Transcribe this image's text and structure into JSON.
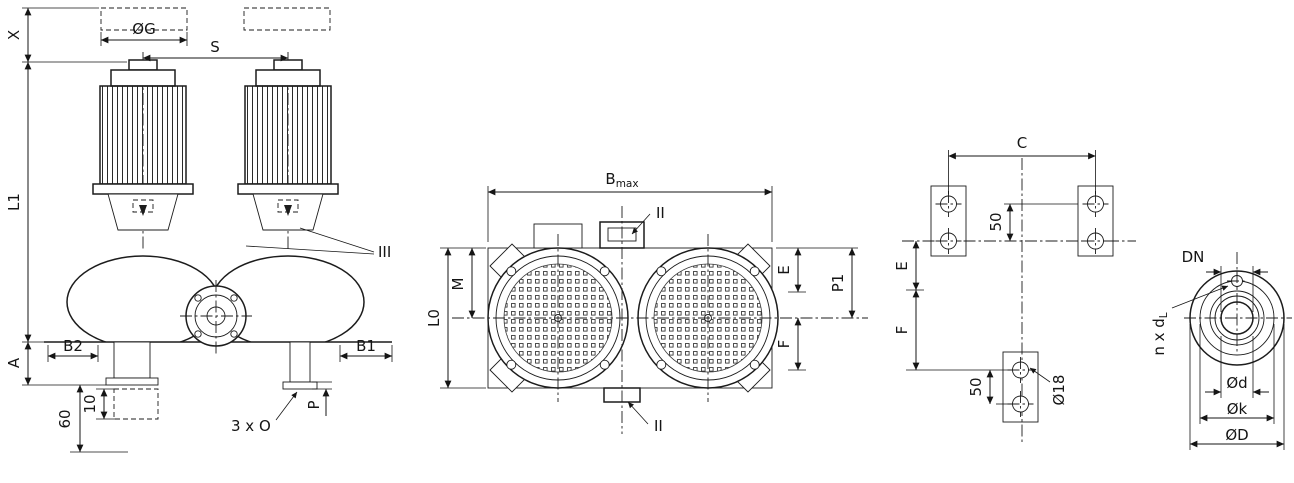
{
  "drawing": {
    "type": "technical-dimension-drawing",
    "subject": "double-inline-pump",
    "line_color": "#1c1c1c",
    "background": "#ffffff"
  },
  "labels": {
    "x": "X",
    "l1": "L1",
    "a": "A",
    "b2": "B2",
    "b1": "B1",
    "og": "ØG",
    "s": "S",
    "iii": "III",
    "sixty": "60",
    "ten": "10",
    "three_x_o": "3 x O",
    "p": "P",
    "b": "B",
    "b_sub": "max",
    "ii": "II",
    "m": "M",
    "l0": "L0",
    "e": "E",
    "f": "F",
    "p1": "P1",
    "c": "C",
    "fifty": "50",
    "o18": "Ø18",
    "dn": "DN",
    "nxd": "n x d",
    "nxd_sub": "L",
    "od_small": "Ød",
    "ok": "Øk",
    "od_big": "ØD"
  }
}
